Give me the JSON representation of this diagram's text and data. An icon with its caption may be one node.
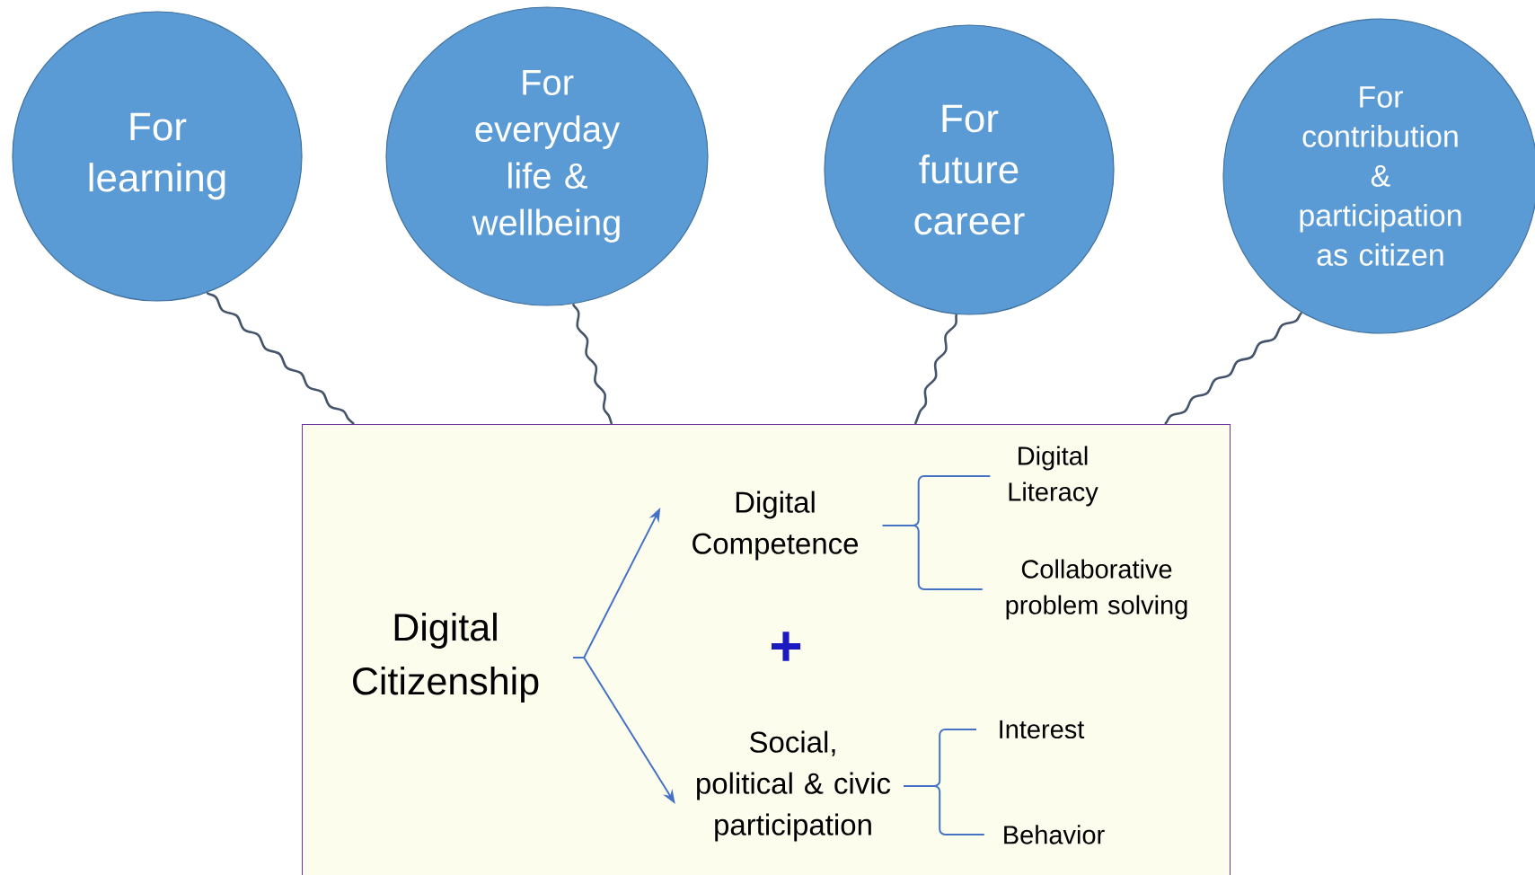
{
  "diagram": {
    "nodes": [
      {
        "text": [
          "For learning"
        ]
      },
      {
        "text": [
          "For everyday life & wellbeing"
        ]
      },
      {
        "text": [
          "For future career"
        ]
      },
      {
        "text": [
          "For contribution & participation as citizen"
        ]
      },
      {
        "text": [],
        "shape": "box"
      },
      {
        "text": [
          "Digital Citizenship"
        ],
        "in": 4
      },
      {
        "text": [
          "Digital Competence"
        ],
        "in": 4
      },
      {
        "text": [
          "Social, political & civic participation"
        ],
        "in": 4
      },
      {
        "text": [
          "Digital Literacy"
        ],
        "in": 4
      },
      {
        "text": [
          "Collaborative problem solving"
        ],
        "in": 4
      },
      {
        "text": [
          "Interest"
        ],
        "in": 4
      },
      {
        "text": [
          "Behavior"
        ],
        "in": 4
      }
    ],
    "edges": [
      {
        "from": 0,
        "to": 4,
        "arrow": "none",
        "color": "#44546a"
      },
      {
        "from": 1,
        "to": 4,
        "arrow": "none",
        "color": "#44546a"
      },
      {
        "from": 2,
        "to": 4,
        "arrow": "none",
        "color": "#44546a"
      },
      {
        "from": 3,
        "to": 4,
        "arrow": "none",
        "color": "#44546a"
      },
      {
        "from": 5,
        "to": 6,
        "arrow": "to"
      },
      {
        "from": 5,
        "to": 7,
        "arrow": "to"
      },
      {
        "from": 6,
        "to": 8,
        "arrow": "none"
      },
      {
        "from": 6,
        "to": 9,
        "arrow": "none"
      },
      {
        "from": 7,
        "to": 10,
        "arrow": "none"
      },
      {
        "from": 7,
        "to": 11,
        "arrow": "none"
      }
    ],
    "labels": [
      "+"
    ]
  }
}
